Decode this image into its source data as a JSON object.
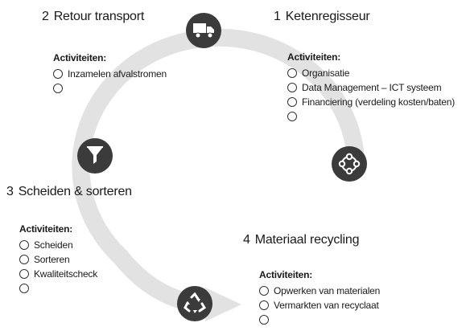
{
  "steps": [
    {
      "number": "1",
      "title": "Ketenregisseur",
      "icon": "network-circle-icon",
      "activities_label": "Activiteiten:",
      "items": [
        "Organisatie",
        "Data Management – ICT systeem",
        "Financiering (verdeling kosten/baten)",
        ""
      ]
    },
    {
      "number": "2",
      "title": "Retour transport",
      "icon": "truck-icon",
      "activities_label": "Activiteiten:",
      "items": [
        "Inzamelen afvalstromen",
        ""
      ]
    },
    {
      "number": "3",
      "title": "Scheiden & sorteren",
      "icon": "funnel-icon",
      "activities_label": "Activiteiten:",
      "items": [
        "Scheiden",
        "Sorteren",
        "Kwaliteitscheck",
        ""
      ]
    },
    {
      "number": "4",
      "title": "Materiaal recycling",
      "icon": "recycle-icon",
      "activities_label": "Activiteiten:",
      "items": [
        "Opwerken van materialen",
        "Vermarkten van recyclaat",
        ""
      ]
    }
  ],
  "colors": {
    "ring": "#e2e2e2",
    "icon_bg": "#3b3b3b",
    "icon_fg": "#ffffff",
    "text": "#1a1a1a"
  }
}
